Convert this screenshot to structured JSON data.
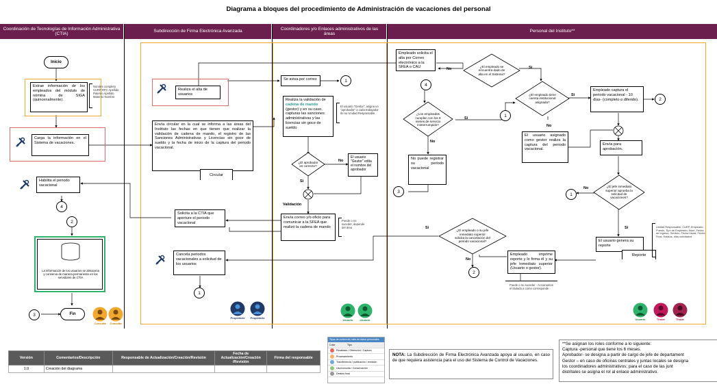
{
  "title": "Diagrama a bloques del procedimiento de Administración de vacaciones del personal",
  "lanes": [
    "Coordinación de Tecnologías de Información Administrativa (CTIA)",
    "Subdirección de Firma Electrónica Avanzada",
    "Coordinadores y/o Enlaces administrativos de las áreas",
    "Personal del Instituto**"
  ],
  "ctia": {
    "inicio": "Inicio",
    "extract": "Extrae información de los empleados del módulo de nómina de SIGA (quincenalmente).",
    "extract_note": "Nombre completo CURP RFC Apellido Paterno Apellido Materno Nombre",
    "carga": "Carga la información en el Sistema de vacaciones.",
    "habilita": "Habilita el periodo vacacional",
    "storage": "La información de los usuarios se almacena y conserva de manera permanente en los servidores de CTIA",
    "fin": "Fin",
    "c4": "4",
    "c2": "2",
    "c3": "3",
    "roles": [
      "Consulta",
      "Consulta"
    ]
  },
  "sfea": {
    "alta": "Realiza el alta de usuarios",
    "circular": "Envía circular en la cual se informa a las áreas del Instituto las fechas en que tienen que realizar la validación de cadena de mando, el registro de las Sanciones Administrativas y Licencias sin goce de sueldo y la fecha de inicio de la captura del periodo vacacional.",
    "circular_doc": "Circular",
    "solicita": "Solicita a la CTIA que aperture el periodo vacacional",
    "cancela": "Cancela periodos vacacionales a solicitud de los usuarios",
    "c1": "1",
    "roles": [
      "Propietario",
      "Propietario"
    ]
  },
  "coord": {
    "aviso": "Se avisa por correo",
    "c1": "1",
    "valida": "Realiza la validación de cadena de mando (gestor) y en su caso, capturas las sanciones administrativas y las licencias sin goce de sueldo",
    "valida_highlight": "cadena de mando",
    "valida_note": "El usuario \"Gestor\", asigna un \"aprobador\" a cada trabajador de su Unidad Responsable.",
    "q_aprobador": "¿El aprobador es correcto?",
    "no": "No",
    "si": "Si",
    "gestor_edit": "El usuario \"Gestor\" edita el nombre del aprobador",
    "validacion": "Validación",
    "envia_correo": "Envía correo y/o oficio para comunicar a la SFEA que realizó la cadena de mando",
    "envia_note": "Puede o no suceder, depende del área",
    "roles": [
      "Usuario",
      "Usuario"
    ]
  },
  "personal": {
    "solicita_alta": "Empleado solicita el alta por Correo electrónico a la SFEA o CAU",
    "q_alta": "¿El empleado se encuentra dado de alta en el Sistema?",
    "c4": "4",
    "q_meses": "¿Los empleados cumplen con los 6 meses de servicio ininterrumpido?",
    "q_titular": "¿El empleado tiene cuenta institucional asignada?",
    "captura": "Empleado captura el periodo vacacional - 10 días- (completo o diferido).",
    "c2": "2",
    "c1a": "1",
    "asignado": "El usuario asignado como gestor realiza la captura del periodo vacacional.",
    "no_registrar": "No puede registrar su periodo vacacional",
    "c3": "3",
    "envia_aprob": "Envía para aprobación.",
    "q_jefe": "¿El jefe inmediato superior aprueba la solicitud de vacaciones?",
    "c1b": "1",
    "genera": "El usuario genera su reporte",
    "reporte_doc": "Reporte",
    "reporte_note": "Unidad Responsable, CURP, Empleado, Puesto, Tipo de Empleado, Nivel, Fecha de Ingreso, Servicio, Fecha Inicial, Fecha Final, Estatus, días solicitados",
    "q_cancel": "¿El empleado o su jefe inmediato superior solicita la cancelación del periodo vacacional?",
    "c2b": "2",
    "imprime": "Empleado imprime reporte y lo firma él y su jefe inmediato superior (Usuario o gestor).",
    "imprime_note": "Puede o no suceder - Accionamos el titulado a como corresponde -",
    "no": "No",
    "si": "Si",
    "roles": [
      "Usuario",
      "Titular",
      "Titular"
    ]
  },
  "version_table": {
    "headers": [
      "Versión",
      "Comentarios/Descripción",
      "Responsable de Actualización/Creación/Revisión",
      "Fecha de Actualización/Creación /Revisión",
      "Firma del responsable"
    ],
    "rows": [
      [
        "1.0",
        "Creación del diagrama",
        "",
        "",
        ""
      ]
    ]
  },
  "legend": {
    "title": "Tipos de control de roles de datos personales",
    "header": [
      "Color",
      "Tipo"
    ],
    "rows": [
      {
        "color": "#e06666",
        "label": "Recabado / Obtención / Captura"
      },
      {
        "color": "#f6b26b",
        "label": "Procesamiento"
      },
      {
        "color": "#6fa8dc",
        "label": "Transferencia / publicación / remisión"
      },
      {
        "color": "#93c47d",
        "label": "Uso/consulta / Conservación"
      },
      {
        "color": "#999999",
        "label": "Destino final"
      }
    ]
  },
  "nota": {
    "bold": "NOTA:",
    "text": " La Subdirección de Firma Electrónica Avanzada apoya al usuario, en caso de que requiera asistencia para el uso del Sistema de Control de Vacaciones."
  },
  "roles_note": {
    "lines": [
      "**Se asignan los roles conforme a lo siguiente:",
      "Captura -personal que tiene los 6 meses.",
      "Aprobador- se designa a partir de cargo de jefe de departament",
      "Gestor – en caso de oficinas centrales y juntas locales se designa",
      "los coordinadores administrativos; para el caso de las junt",
      "distritales se asigna el rol al enlace administrativo."
    ]
  },
  "colors": {
    "header": "#6b1f4e",
    "orange": "#f0a830",
    "red": "#e06a6a",
    "green": "#2db36b",
    "teal": "#2a9d8f",
    "navy": "#1f3864"
  }
}
